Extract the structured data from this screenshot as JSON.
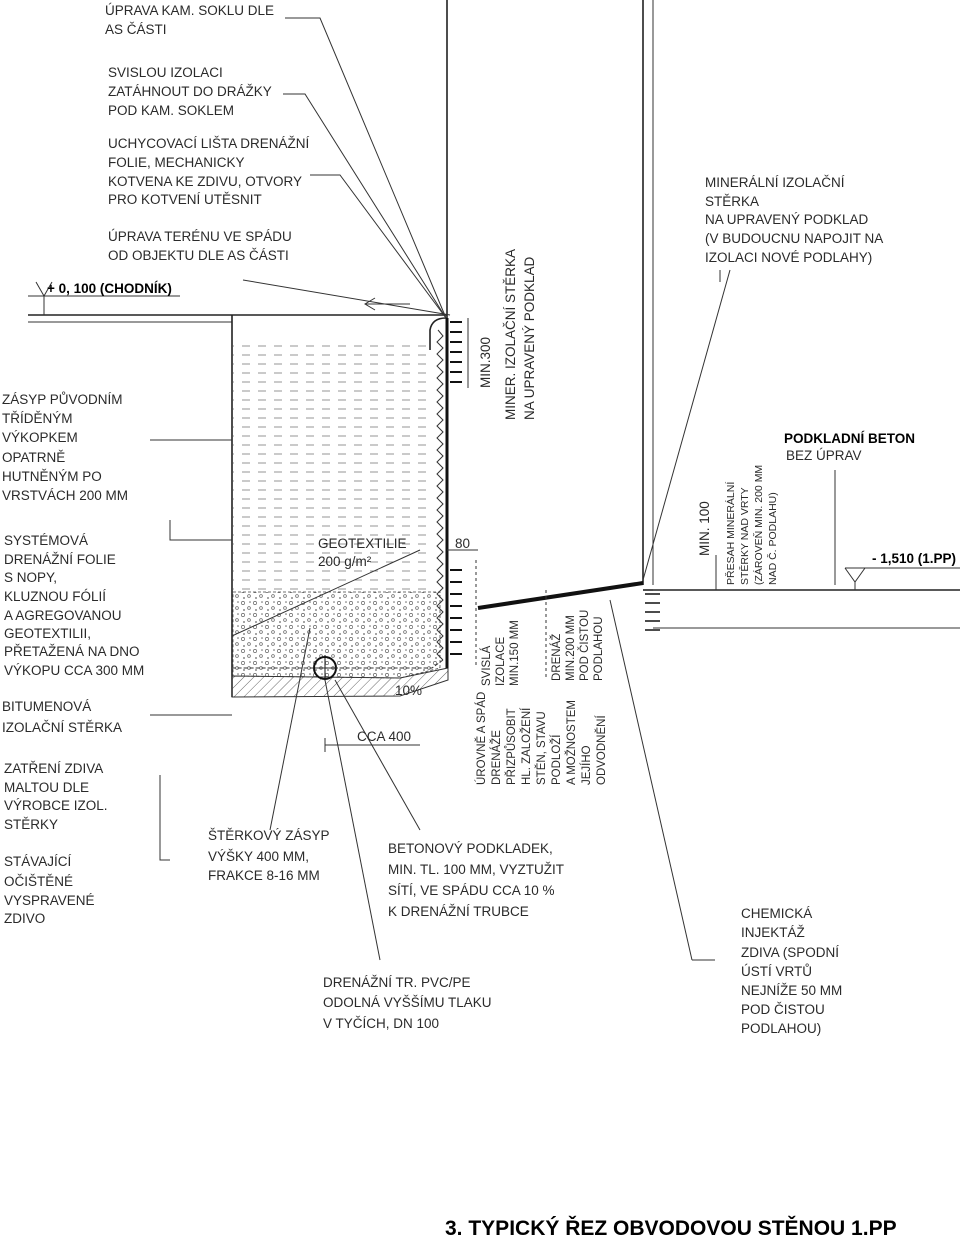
{
  "title": "3. TYPICKÝ ŘEZ OBVODOVOU STĚNOU 1.PP",
  "levels": {
    "top": "+ 0, 100 (CHODNÍK)",
    "bottom": "- 1,510 (1.PP)"
  },
  "dimensions": {
    "min300": "MIN.300",
    "d80": "80",
    "min100": "MIN. 100",
    "cca400": "CCA 400",
    "slope": "10%"
  },
  "left_notes": {
    "n1": [
      "ÚPRAVA KAM. SOKLU DLE",
      "AS ČÁSTI"
    ],
    "n2": [
      "SVISLOU IZOLACI",
      "ZATÁHNOUT DO DRÁŽKY",
      "POD KAM. SOKLEM"
    ],
    "n3": [
      "UCHYCOVACÍ LIŠTA DRENÁŽNÍ",
      "FOLIE, MECHANICKY",
      "KOTVENA KE ZDIVU, OTVORY",
      "PRO KOTVENÍ UTĚSNIT"
    ],
    "n4": [
      "ÚPRAVA TERÉNU VE SPÁDU",
      "OD OBJEKTU DLE AS ČÁSTI"
    ],
    "n5": [
      "ZÁSYP PŮVODNÍM",
      "TŘÍDĚNÝM",
      "VÝKOPKEM",
      "OPATRNĚ",
      "HUTNĚNÝM PO",
      "VRSTVÁCH 200 MM"
    ],
    "n6": [
      "SYSTÉMOVÁ",
      "DRENÁŽNÍ FOLIE",
      "S NOPY,",
      "KLUZNOU FÓLIÍ",
      "A AGREGOVANOU",
      "GEOTEXTILII,",
      "PŘETAŽENÁ NA DNO",
      "VÝKOPU CCA 300 MM"
    ],
    "n7": [
      "BITUMENOVÁ",
      "IZOLAČNÍ STĚRKA"
    ],
    "n8": [
      "ZATŘENÍ ZDIVA",
      "MALTOU DLE",
      "VÝROBCE IZOL.",
      "STĚRKY"
    ],
    "n9": [
      "STÁVAJÍCÍ",
      "OČIŠTĚNÉ",
      "VYSPRAVENÉ",
      "ZDIVO"
    ]
  },
  "center_notes": {
    "geotextile": [
      "GEOTEXTILIE",
      "200 g/m²"
    ],
    "gravel": [
      "ŠTĚRKOVÝ ZÁSYP",
      "VÝŠKY 400 MM,",
      "FRAKCE 8-16 MM"
    ],
    "concrete_base": [
      "BETONOVÝ PODKLADEK,",
      "MIN. TL. 100 MM, VYZTUŽIT",
      "SÍTÍ, VE SPÁDU CCA 10 %",
      "K DRENÁŽNÍ TRUBCE"
    ],
    "pipe": [
      "DRENÁŽNÍ TR. PVC/PE",
      "ODOLNÁ VYŠŠÍMU TLAKU",
      "V TYČÍCH, DN 100"
    ],
    "vertical_mineral": [
      "MINER. IZOLAČNÍ STĚRKA",
      "NA UPRAVENÝ PODKLAD"
    ],
    "vertical_insulation": [
      "SVISLÁ",
      "IZOLACE",
      "MIN.150 MM"
    ],
    "vertical_drainage": [
      "DRENÁŽ",
      "MIN.200 MM",
      "POD ČISTOU",
      "PODLAHOU"
    ],
    "vertical_levels": [
      "ÚROVNĚ A SPÁD",
      "DRENÁŽE",
      "PŘIZPŮSOBIT",
      "HL. ZALOŽENÍ",
      "STĚN, STAVU",
      "PODLOŽÍ",
      "A MOŽNOSTEM",
      "JEJÍHO",
      "ODVODNĚNÍ"
    ]
  },
  "right_notes": {
    "mineral": [
      "MINERÁLNÍ IZOLAČNÍ",
      "STĚRKA",
      "NA UPRAVENÝ PODKLAD",
      "(V BUDOUCNU NAPOJIT NA",
      "IZOLACI NOVÉ PODLAHY)"
    ],
    "base_concrete": [
      "PODKLADNÍ BETON",
      "BEZ ÚPRAV"
    ],
    "overlap": [
      "PŘESAH MINERÁLNÍ",
      "STĚRKY NAD VRTY",
      "(ZÁROVEŇ MIN. 200 MM",
      "NAD Č. PODLAHU)"
    ],
    "injection": [
      "CHEMICKÁ",
      "INJEKTÁŽ",
      "ZDIVA (SPODNÍ",
      "ÚSTÍ VRTŮ",
      "NEJNÍŽE 50 MM",
      "POD ČISTOU",
      "PODLAHOU)"
    ]
  }
}
